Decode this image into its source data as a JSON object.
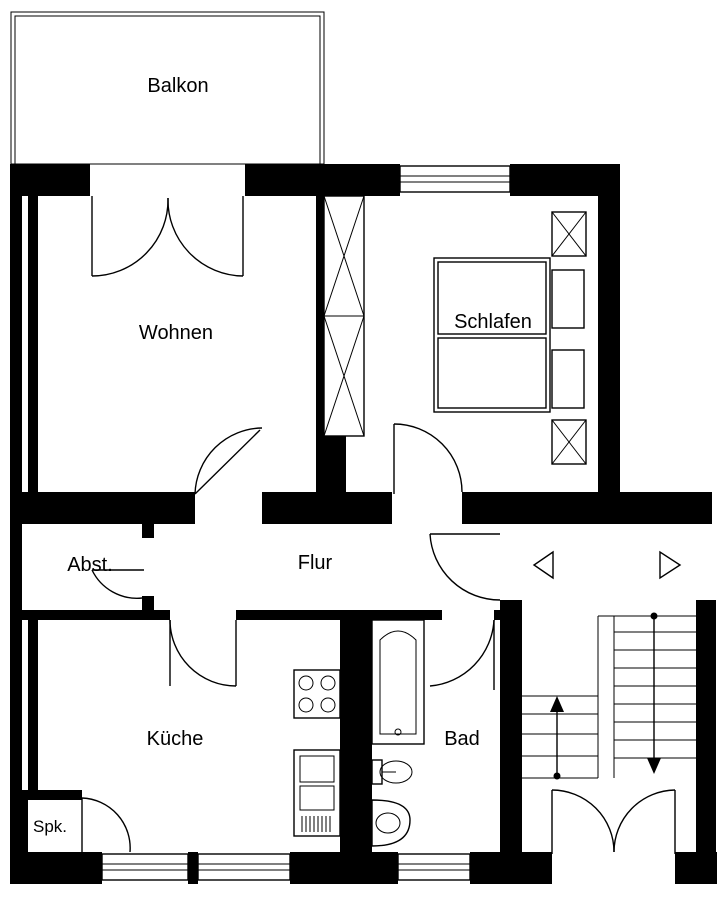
{
  "rooms": {
    "balkon": "Balkon",
    "wohnen": "Wohnen",
    "schlafen": "Schlafen",
    "abst": "Abst.",
    "flur": "Flur",
    "kueche": "Küche",
    "bad": "Bad",
    "spk": "Spk."
  },
  "colors": {
    "wall": "#000000",
    "background": "#ffffff"
  }
}
